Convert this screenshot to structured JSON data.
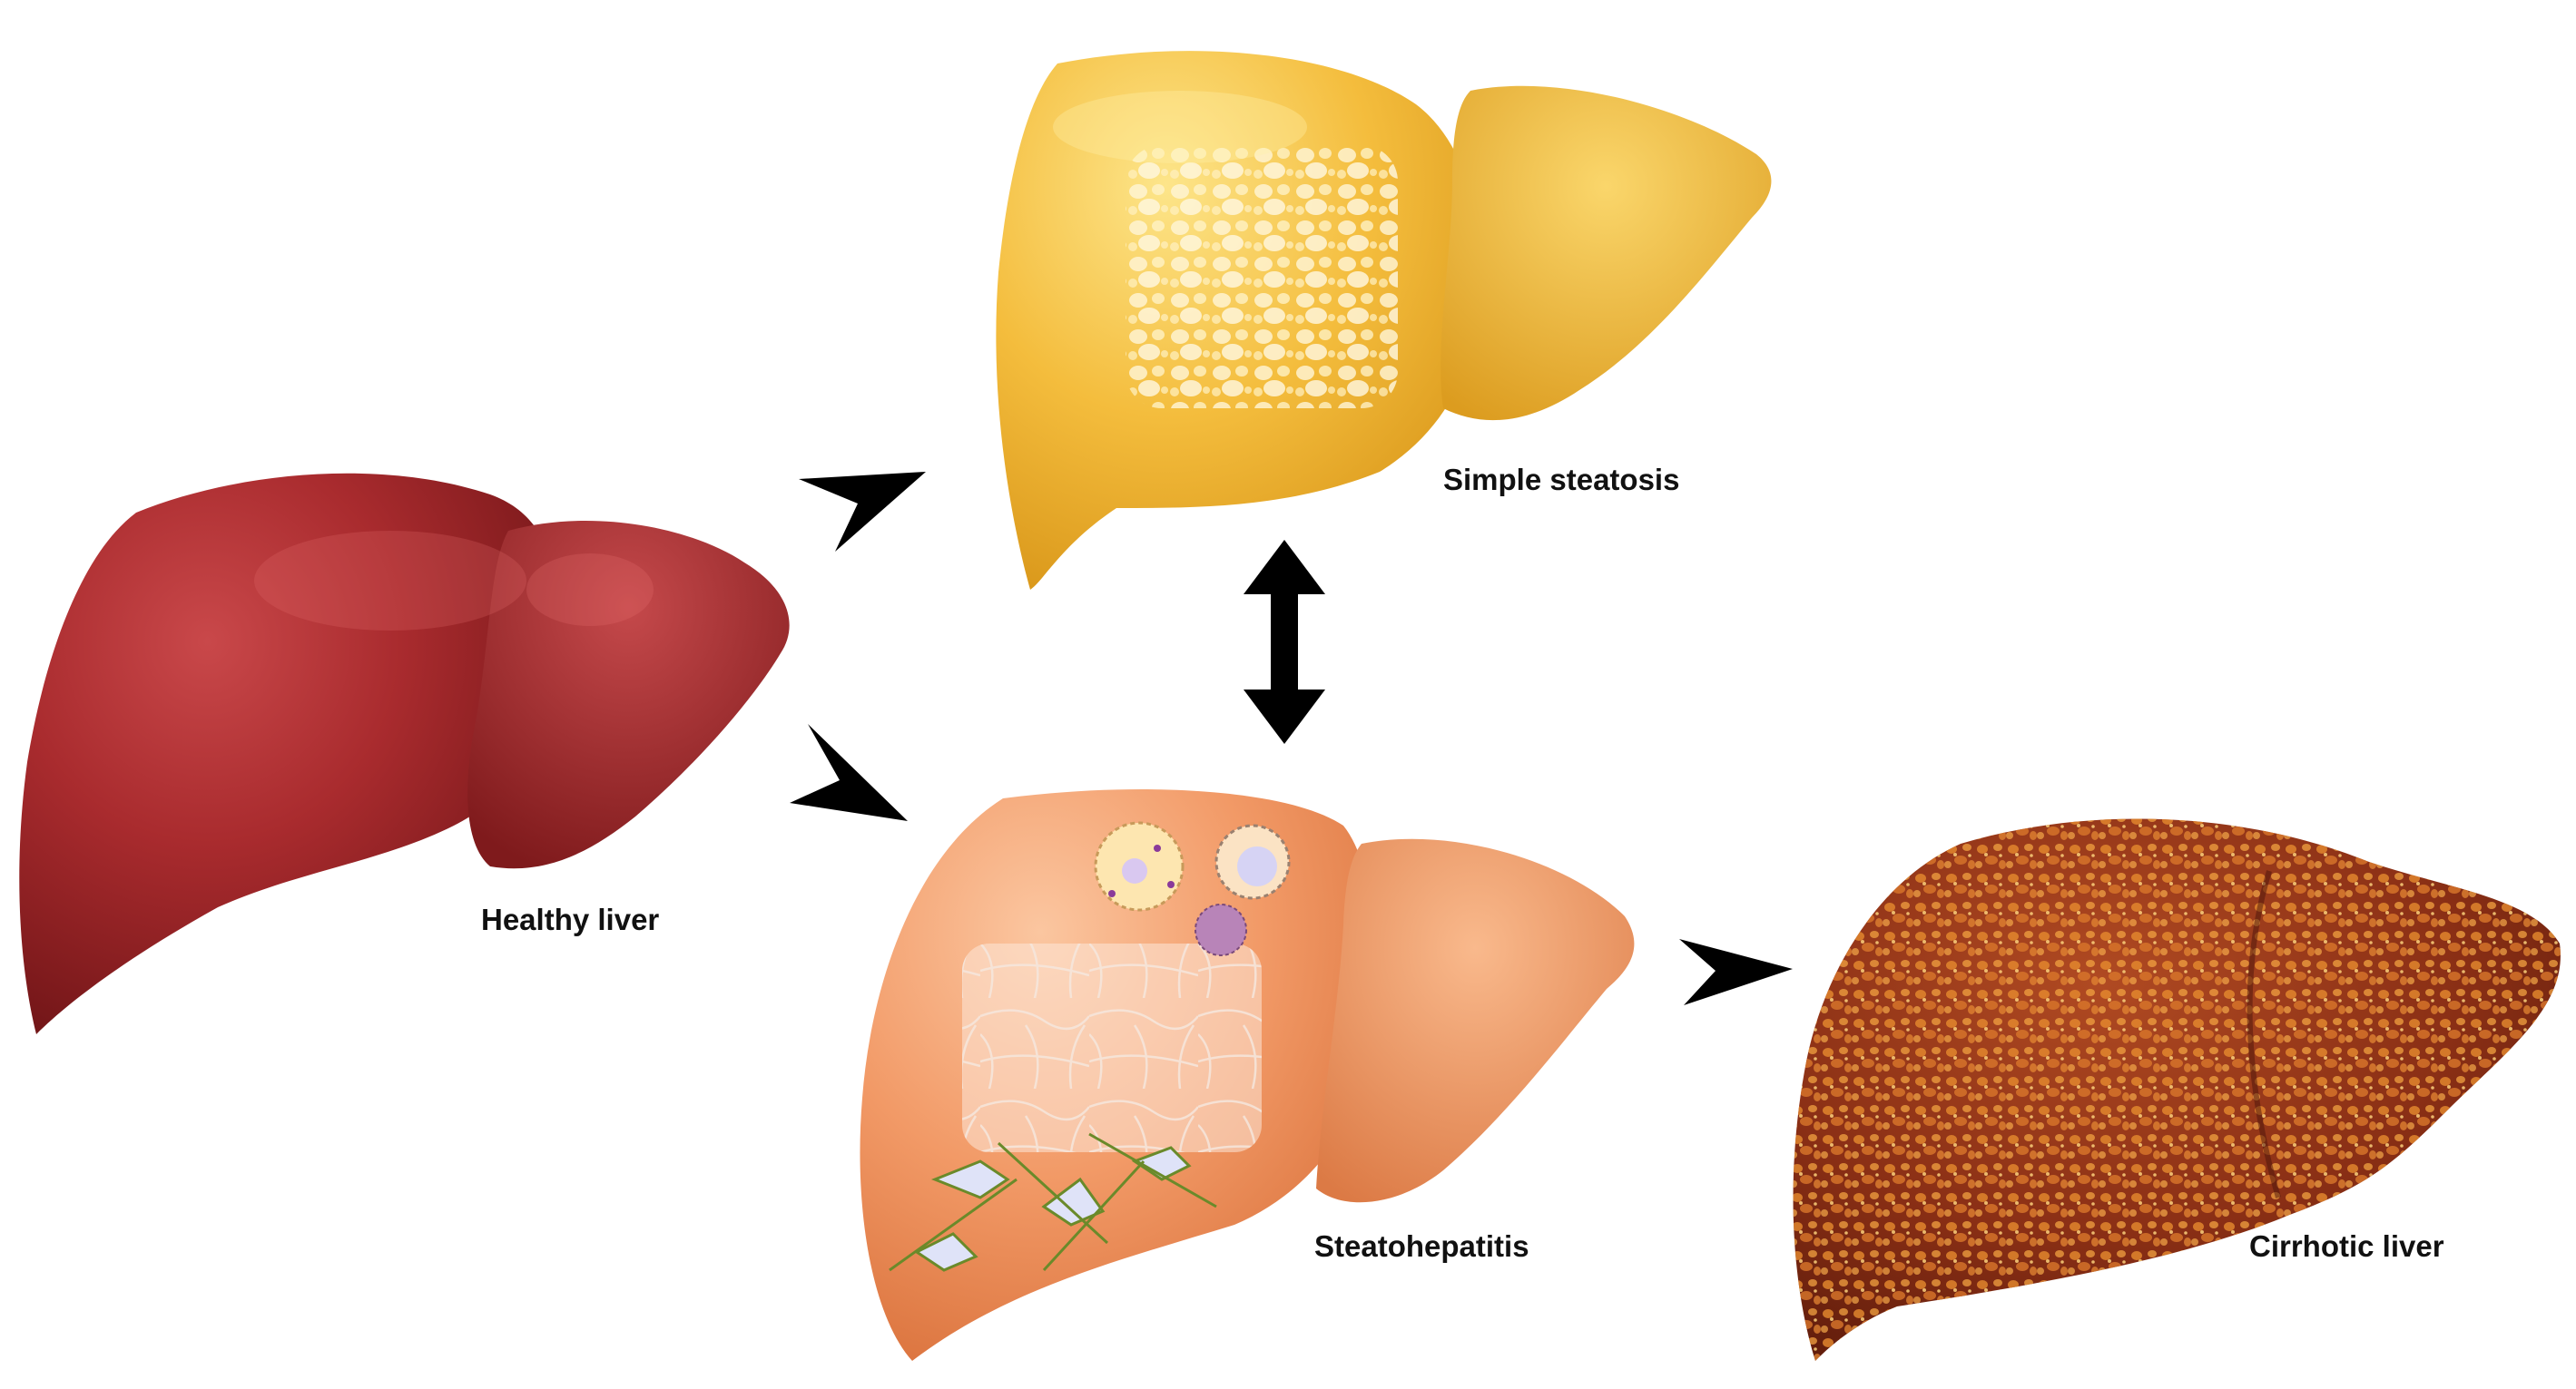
{
  "diagram": {
    "stages": {
      "healthy": {
        "label": "Healthy liver",
        "color": "#a3262a"
      },
      "steatosis": {
        "label": "Simple steatosis",
        "color": "#f2b838"
      },
      "steatohepatitis": {
        "label": "Steatohepatitis",
        "color": "#f0925e"
      },
      "cirrhotic": {
        "label": "Cirrhotic liver",
        "color": "#8e3418"
      }
    },
    "arrow_color": "#000000",
    "background": "#ffffff"
  }
}
